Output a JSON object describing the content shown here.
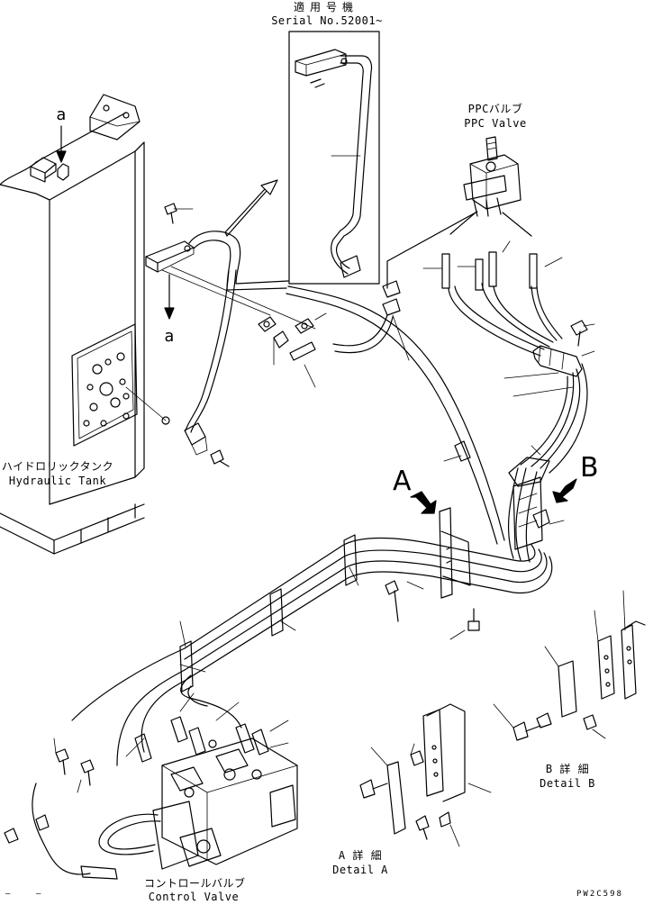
{
  "serial": {
    "jp": "適用号機",
    "en": "Serial No.52001~"
  },
  "ppc_valve": {
    "jp": "PPCバルブ",
    "en": "PPC Valve"
  },
  "hydraulic_tank": {
    "jp": "ハイドロリックタンク",
    "en": "Hydraulic Tank"
  },
  "control_valve": {
    "jp": "コントロールバルブ",
    "en": "Control Valve"
  },
  "detail_a": {
    "jp": "A 詳 細",
    "en": "Detail A"
  },
  "detail_b": {
    "jp": "B 詳 細",
    "en": "Detail B"
  },
  "view_markers": {
    "a_upper": "a",
    "a_lower": "a",
    "big_a": "A",
    "big_b": "B"
  },
  "drawing_code": "PW2C598",
  "corner_marks": [
    "—",
    "—"
  ]
}
